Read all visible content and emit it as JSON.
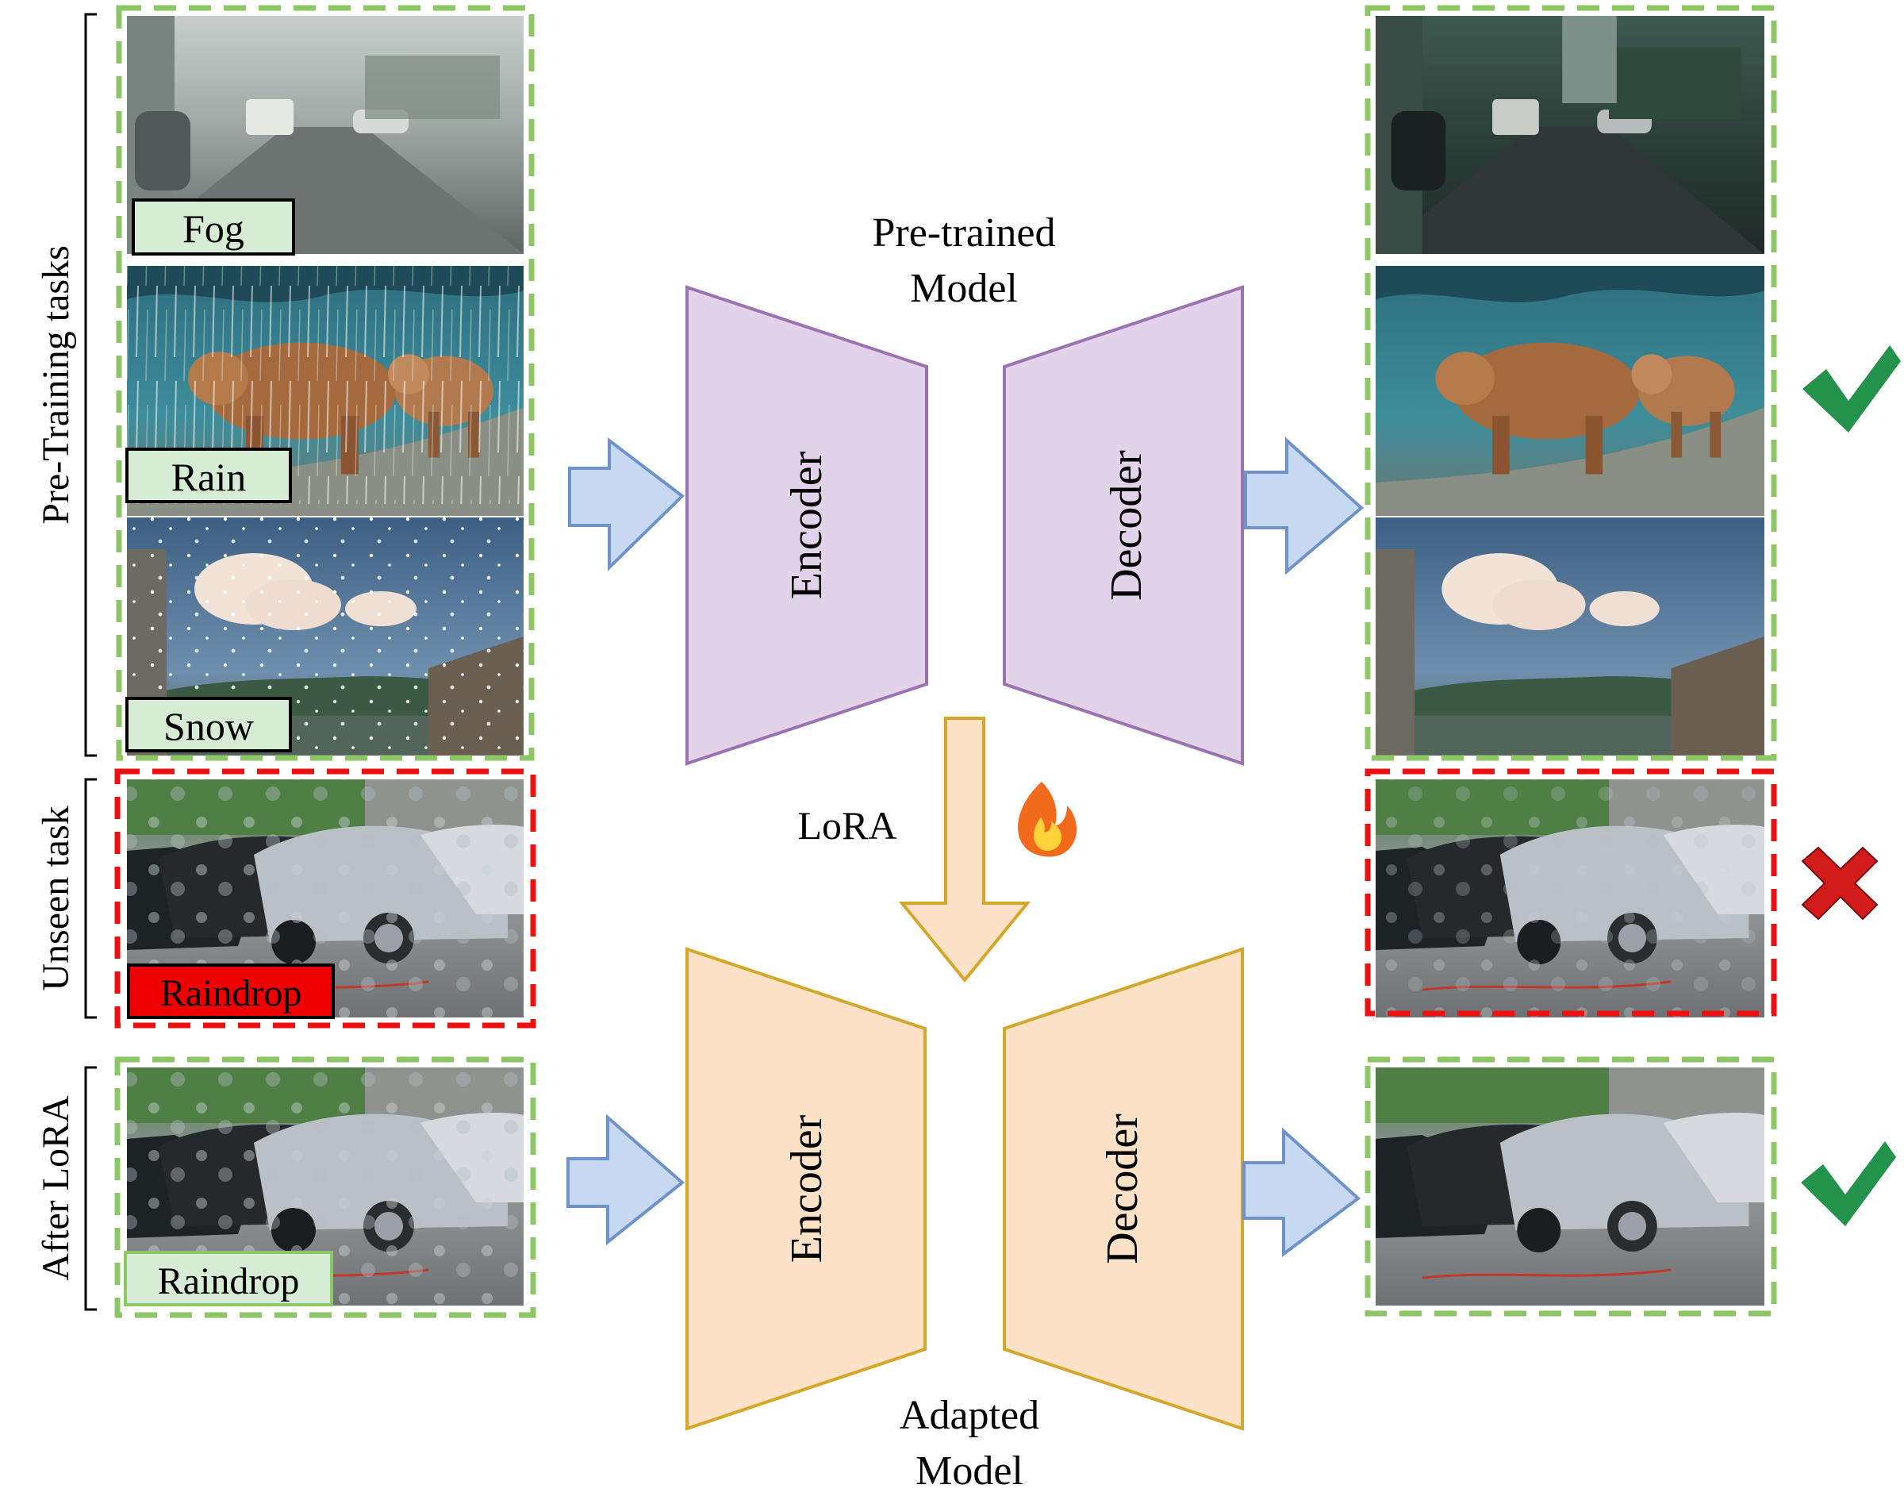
{
  "groups": {
    "pretraining": "Pre-Training tasks",
    "unseen": "Unseen task",
    "after": "After LoRA"
  },
  "labels": {
    "fog": "Fog",
    "rain": "Rain",
    "snow": "Snow",
    "raindrop_unseen": "Raindrop",
    "raindrop_after": "Raindrop"
  },
  "pretrained_model": {
    "line1": "Pre-trained",
    "line2": "Model",
    "encoder": "Encoder",
    "decoder": "Decoder"
  },
  "adapted_model": {
    "line1": "Adapted",
    "line2": "Model",
    "encoder": "Encoder",
    "decoder": "Decoder"
  },
  "lora": {
    "label": "LoRA",
    "icon": "fire-icon"
  },
  "results": {
    "pretraining": "check-icon",
    "unseen": "cross-icon",
    "after": "check-icon"
  },
  "colors": {
    "valid_border": "#8cc665",
    "invalid_border": "#ee1111",
    "pretrained_fill": "#e3d3ea",
    "pretrained_stroke": "#9a73b0",
    "adapted_fill": "#fde2c8",
    "adapted_stroke": "#d4a62a",
    "arrow_fill": "#c7d9f0",
    "arrow_stroke": "#6f93c9",
    "check": "#23924a",
    "cross": "#d21b1b"
  }
}
